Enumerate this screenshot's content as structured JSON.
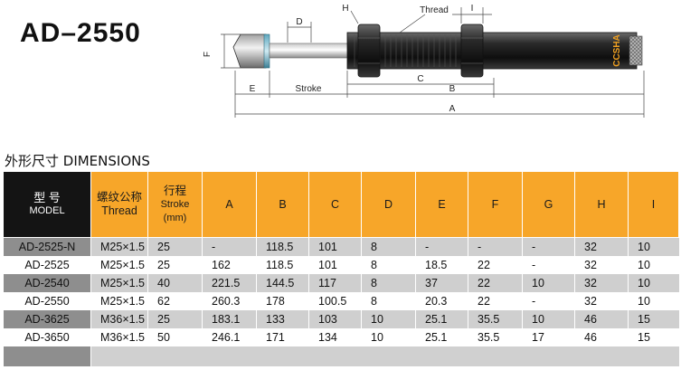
{
  "product": {
    "title": "AD–2550"
  },
  "diagram": {
    "labels": {
      "d": "D",
      "h": "H",
      "thread": "Thread",
      "i": "I",
      "f": "F",
      "e": "E",
      "stroke": "Stroke",
      "c": "C",
      "b": "B",
      "a": "A",
      "brand": "CCSHA"
    }
  },
  "section": {
    "title": "外形尺寸 DIMENSIONS"
  },
  "table": {
    "headers": {
      "model": {
        "main": "型 号",
        "sub": "MODEL"
      },
      "thread": {
        "main": "螺纹公称",
        "sub": "Thread"
      },
      "stroke": {
        "main": "行程",
        "sub": "Stroke",
        "unit": "(mm)"
      },
      "a": "A",
      "b": "B",
      "c": "C",
      "d": "D",
      "e": "E",
      "f": "F",
      "g": "G",
      "h": "H",
      "i": "I"
    },
    "rows": [
      {
        "model": "AD-2525-N",
        "thread": "M25×1.5",
        "stroke": "25",
        "a": "-",
        "b": "118.5",
        "c": "101",
        "d": "8",
        "e": "-",
        "f": "-",
        "g": "-",
        "h": "32",
        "i": "10"
      },
      {
        "model": "AD-2525",
        "thread": "M25×1.5",
        "stroke": "25",
        "a": "162",
        "b": "118.5",
        "c": "101",
        "d": "8",
        "e": "18.5",
        "f": "22",
        "g": "-",
        "h": "32",
        "i": "10"
      },
      {
        "model": "AD-2540",
        "thread": "M25×1.5",
        "stroke": "40",
        "a": "221.5",
        "b": "144.5",
        "c": "117",
        "d": "8",
        "e": "37",
        "f": "22",
        "g": "10",
        "h": "32",
        "i": "10"
      },
      {
        "model": "AD-2550",
        "thread": "M25×1.5",
        "stroke": "62",
        "a": "260.3",
        "b": "178",
        "c": "100.5",
        "d": "8",
        "e": "20.3",
        "f": "22",
        "g": "-",
        "h": "32",
        "i": "10"
      },
      {
        "model": "AD-3625",
        "thread": "M36×1.5",
        "stroke": "25",
        "a": "183.1",
        "b": "133",
        "c": "103",
        "d": "10",
        "e": "25.1",
        "f": "35.5",
        "g": "10",
        "h": "46",
        "i": "15"
      },
      {
        "model": "AD-3650",
        "thread": "M36×1.5",
        "stroke": "50",
        "a": "246.1",
        "b": "171",
        "c": "134",
        "d": "10",
        "e": "25.1",
        "f": "35.5",
        "g": "17",
        "h": "46",
        "i": "15"
      }
    ]
  }
}
